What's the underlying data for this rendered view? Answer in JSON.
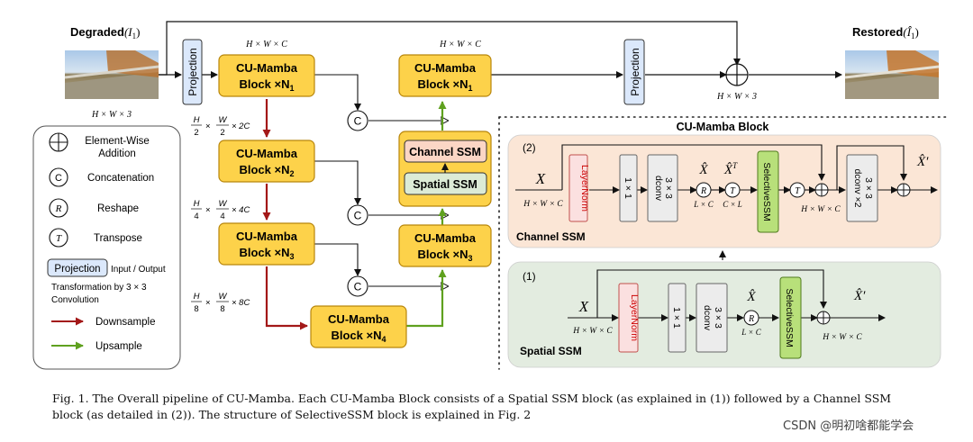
{
  "input": {
    "label": "Degraded",
    "symbol": "(I",
    "sub": "1",
    "close": ")",
    "dims": "H × W × 3"
  },
  "output": {
    "label": "Restored",
    "symbol": "(Î",
    "sub": "1",
    "close": ")"
  },
  "projection": "Projection",
  "mamba_title": "CU-Mamba",
  "blocks": {
    "b1": "Block ×N",
    "b1sub": "1",
    "b2": "Block ×N",
    "b2sub": "2",
    "b3": "Block ×N",
    "b3sub": "3",
    "b4": "Block ×N",
    "b4sub": "4",
    "d3": "Block ×N",
    "d3sub": "3",
    "d1": "Block ×N",
    "d1sub": "1"
  },
  "dims": {
    "top": "H × W × C",
    "top_right": "H × W × C",
    "add_out": "H × W × 3",
    "l2_mul": "× 2C",
    "l3_mul": "× 4C",
    "l4_mul": "× 8C",
    "h": "H",
    "w": "W",
    "n2": "2",
    "n4": "4",
    "n8": "8"
  },
  "concat": "C",
  "ssm_stack": {
    "channel": "Channel SSM",
    "spatial": "Spatial SSM"
  },
  "legend": {
    "add": "Element-Wise Addition",
    "add1": "Element-Wise",
    "add2": "Addition",
    "concat": "Concatenation",
    "concat_sym": "C",
    "reshape": "Reshape",
    "reshape_sym": "R",
    "transpose": "Transpose",
    "transpose_sym": "T",
    "proj_box": "Projection",
    "proj_text1": "Input / Output",
    "proj_text2": "Transformation by 3 × 3",
    "proj_text3": "Convolution",
    "down": "Downsample",
    "up": "Upsample"
  },
  "detail": {
    "title": "CU-Mamba Block",
    "ch_num": "(2)",
    "sp_num": "(1)",
    "ch_name": "Channel SSM",
    "sp_name": "Spatial SSM",
    "X": "X",
    "xhat": "X̂",
    "xhatT": "X̂",
    "T": "T",
    "xprime": "X̂′",
    "hwc": "H × W × C",
    "lc": "L × C",
    "cl": "C × L",
    "layernorm": "LayerNorm",
    "conv1": "1 × 1",
    "conv3": "3 × 3",
    "dconv": "dconv",
    "dconv2": "dconv ×2",
    "selective": "SelectiveSSM",
    "R": "R"
  },
  "colors": {
    "mamba": "#fdd24a",
    "mamba_border": "#b8860b",
    "proj": "#dbe8fb",
    "down": "#a31818",
    "up": "#5fa11f",
    "channel_bg": "#fbe6d6",
    "spatial_bg": "#e3ece0",
    "layernorm": "#fbe0e0",
    "selective": "#b8e07a"
  },
  "caption": {
    "line1": "Fig. 1.   The Overall pipeline of CU-Mamba. Each CU-Mamba Block consists of a Spatial SSM block (as explained in (1)) followed by a Channel SSM",
    "line2": "block (as detailed in (2)). The structure of SelectiveSSM block is explained in Fig. 2"
  },
  "watermark": "CSDN @明初啥都能学会"
}
